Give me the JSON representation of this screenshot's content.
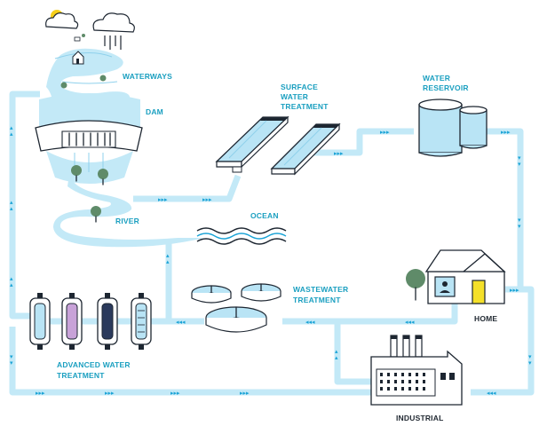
{
  "labels": {
    "waterways": "WATERWAYS",
    "dam": "DAM",
    "surface_1": "SURFACE",
    "surface_2": "WATER",
    "surface_3": "TREATMENT",
    "reservoir_1": "WATER",
    "reservoir_2": "RESERVOIR",
    "river": "RIVER",
    "ocean": "OCEAN",
    "wastewater_1": "WASTEWATER",
    "wastewater_2": "TREATMENT",
    "home": "HOME",
    "advanced_1": "ADVANCED WATER",
    "advanced_2": "TREATMENT",
    "industrial": "INDUSTRIAL"
  },
  "arrows": {
    "right": "▸▸▸",
    "left": "◂◂◂",
    "down": "▾",
    "up": "▴"
  },
  "colors": {
    "pipe": "#c3e9f7",
    "water": "#b9e4f5",
    "water_deep": "#8fd1ec",
    "arrow": "#1aa3d6",
    "label": "#1a9fc0",
    "ink": "#1d2631",
    "tree": "#5f8b69",
    "sun": "#f6cf1a",
    "door": "#f4e02a",
    "filter_purple": "#c8a2d8"
  }
}
